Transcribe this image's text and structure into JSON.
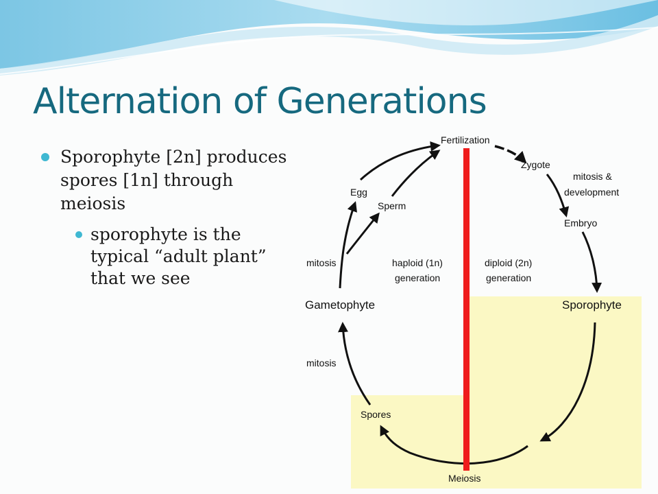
{
  "slide": {
    "title": "Alternation of Generations",
    "bullets": [
      {
        "text": "Sporophyte [2n] produces spores [1n] through meiosis",
        "sub": [
          {
            "text": "sporophyte is the typical “adult plant” that we see"
          }
        ]
      }
    ]
  },
  "diagram": {
    "labels": {
      "fertilization": "Fertilization",
      "zygote": "Zygote",
      "mitosis_development_1": "mitosis &",
      "mitosis_development_2": "development",
      "embryo": "Embryo",
      "sporophyte": "Sporophyte",
      "meiosis": "Meiosis",
      "spores": "Spores",
      "mitosis_lower": "mitosis",
      "gametophyte": "Gametophyte",
      "mitosis_upper": "mitosis",
      "egg": "Egg",
      "sperm": "Sperm",
      "haploid_1": "haploid (1n)",
      "haploid_2": "generation",
      "diploid_1": "diploid (2n)",
      "diploid_2": "generation"
    }
  },
  "colors": {
    "title": "#16697f",
    "bullet": "#3fb8d2",
    "divider": "#ef1c1c",
    "diploid_fill": "#fbf8c4"
  }
}
